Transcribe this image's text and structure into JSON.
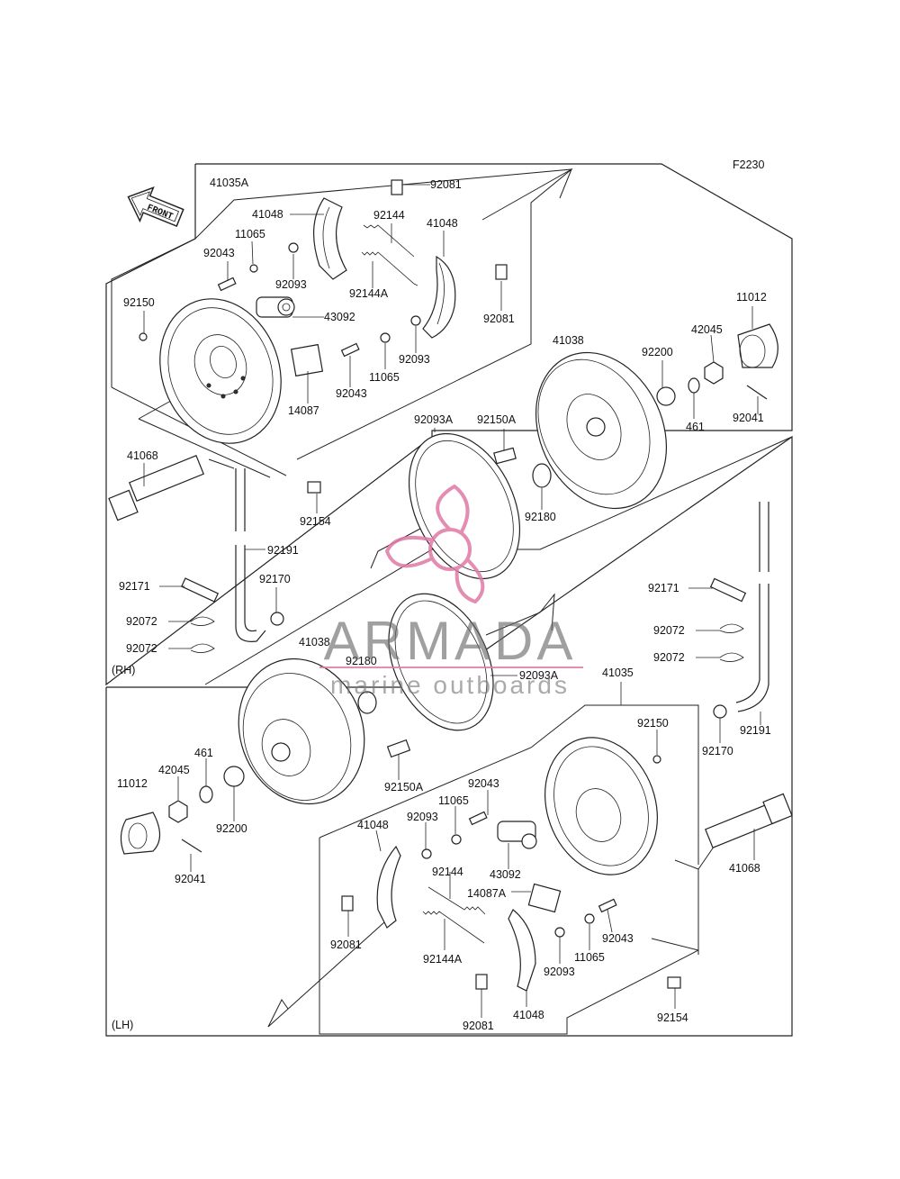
{
  "figure_code": "F2230",
  "front_label": "FRONT",
  "section_rh": "(RH)",
  "section_lh": "(LH)",
  "watermark": {
    "brand": "ARMADA",
    "tagline": "marine outboards",
    "color": "#e07aa6"
  },
  "rh_labels": [
    "41035A",
    "92081",
    "41048",
    "92144",
    "41048",
    "11065",
    "92043",
    "92093",
    "92144A",
    "92150",
    "43092",
    "92081",
    "92093",
    "11065",
    "92043",
    "14087",
    "41038",
    "11012",
    "42045",
    "92200",
    "461",
    "92041",
    "92093A",
    "92150A",
    "92180",
    "41068",
    "92154",
    "92191",
    "92170",
    "92171",
    "92072",
    "92072"
  ],
  "lh_labels": [
    "92171",
    "92072",
    "92072",
    "41038",
    "92180",
    "92093A",
    "41035",
    "92191",
    "92150",
    "92170",
    "461",
    "42045",
    "92200",
    "92150A",
    "11012",
    "92041",
    "92043",
    "11065",
    "92093",
    "41048",
    "92144",
    "43092",
    "14087A",
    "41068",
    "92081",
    "92144A",
    "92043",
    "11065",
    "92093",
    "92154",
    "92081",
    "41048"
  ]
}
